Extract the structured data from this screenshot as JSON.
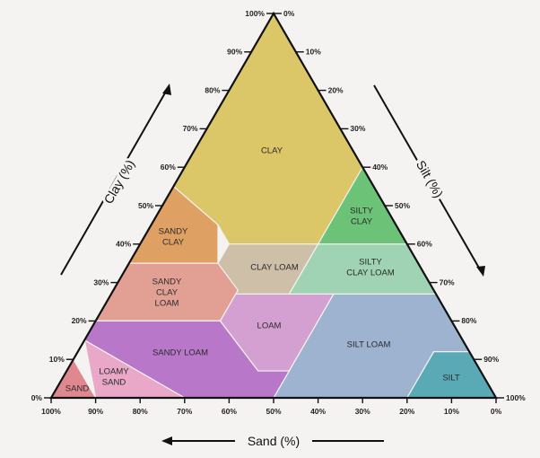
{
  "axes": {
    "clay": {
      "title": "Clay (%)"
    },
    "silt": {
      "title": "Silt (%)"
    },
    "sand": {
      "title": "Sand (%)"
    }
  },
  "ticks": {
    "clay": [
      "0%",
      "10%",
      "20%",
      "30%",
      "40%",
      "50%",
      "60%",
      "70%",
      "80%",
      "90%",
      "100%"
    ],
    "silt": [
      "0%",
      "10%",
      "20%",
      "30%",
      "40%",
      "50%",
      "60%",
      "70%",
      "80%",
      "90%",
      "100%"
    ],
    "sand": [
      "100%",
      "90%",
      "80%",
      "70%",
      "60%",
      "50%",
      "40%",
      "30%",
      "20%",
      "10%",
      "0%"
    ]
  },
  "regions": [
    {
      "id": "clay",
      "lines": [
        "CLAY"
      ],
      "color": "#dcc768"
    },
    {
      "id": "sandy-clay",
      "lines": [
        "SANDY",
        "CLAY"
      ],
      "color": "#dfa063"
    },
    {
      "id": "silty-clay",
      "lines": [
        "SILTY",
        "CLAY"
      ],
      "color": "#6cc276"
    },
    {
      "id": "clay-loam",
      "lines": [
        "CLAY LOAM"
      ],
      "color": "#cdbfa8"
    },
    {
      "id": "silty-clay-loam",
      "lines": [
        "SILTY",
        "CLAY LOAM"
      ],
      "color": "#9fd3b3"
    },
    {
      "id": "sandy-clay-loam",
      "lines": [
        "SANDY",
        "CLAY",
        "LOAM"
      ],
      "color": "#e2a095"
    },
    {
      "id": "loam",
      "lines": [
        "LOAM"
      ],
      "color": "#d4a0d2"
    },
    {
      "id": "silt-loam",
      "lines": [
        "SILT LOAM"
      ],
      "color": "#9db3cf"
    },
    {
      "id": "silt",
      "lines": [
        "SILT"
      ],
      "color": "#59aab4"
    },
    {
      "id": "sandy-loam",
      "lines": [
        "SANDY LOAM"
      ],
      "color": "#b877c9"
    },
    {
      "id": "loamy-sand",
      "lines": [
        "LOAMY",
        "SAND"
      ],
      "color": "#e9a8c8"
    },
    {
      "id": "sand",
      "lines": [
        "SAND"
      ],
      "color": "#e0888f"
    }
  ]
}
